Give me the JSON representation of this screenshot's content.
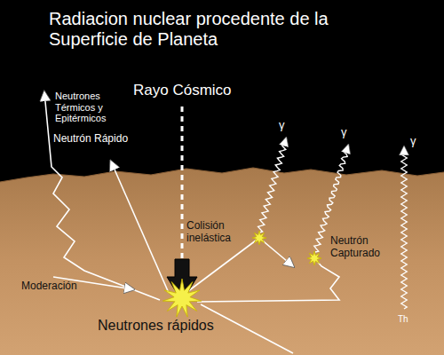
{
  "diagram": {
    "title": "Radiacion nuclear procedente de la Superficie de Planeta",
    "labels": [
      "Neutrones Térmicos y Epitérmicos",
      "Neutrón Rápido",
      "Rayo Cósmico",
      "γ",
      "γ",
      "γ",
      "Colisión inelástica",
      "Neutrón Capturado",
      "Moderación",
      "Neutrones rápidos",
      "Th"
    ]
  }
}
